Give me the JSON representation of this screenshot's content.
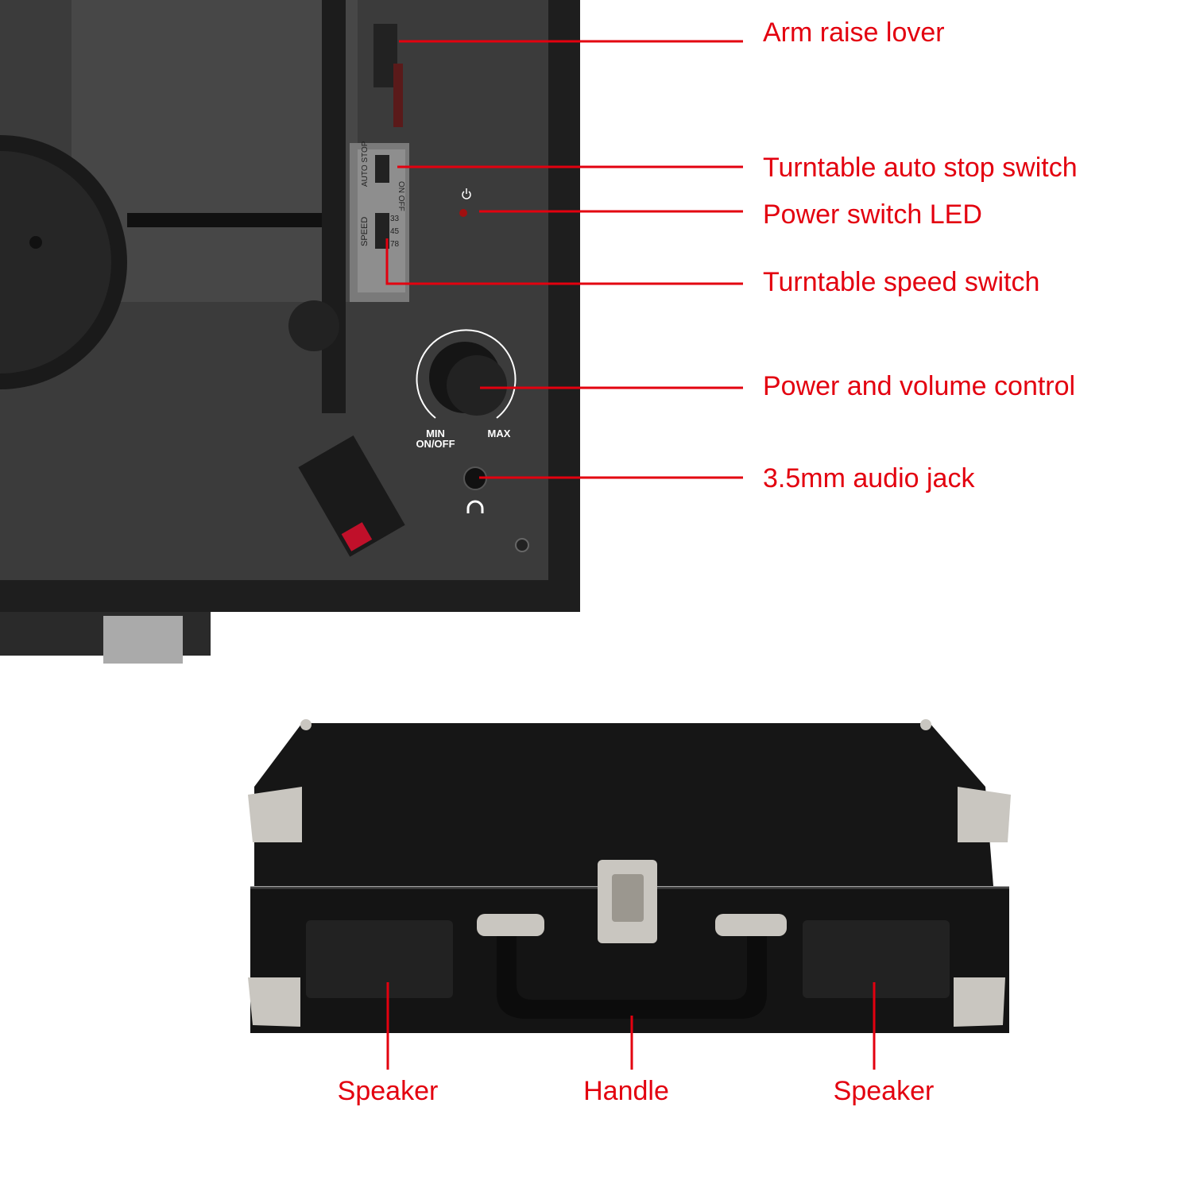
{
  "colors": {
    "callout": "#e3000f",
    "panel": "#3b3b3b",
    "case": "#161616",
    "metal": "#c9c6c0"
  },
  "panel_markings": {
    "auto_stop": "AUTO STOP",
    "on_off": "ON OFF",
    "speed": "SPEED",
    "speeds": [
      "33",
      "45",
      "78"
    ],
    "min": "MIN",
    "on_off_knob": "ON/OFF",
    "max": "MAX",
    "power_icon": "power-icon",
    "headphone_icon": "headphone-icon"
  },
  "callouts_top": [
    {
      "label": "Arm raise lover"
    },
    {
      "label": "Turntable auto stop switch"
    },
    {
      "label": "Power switch LED"
    },
    {
      "label": "Turntable speed switch"
    },
    {
      "label": "Power and volume control"
    },
    {
      "label": "3.5mm audio jack"
    }
  ],
  "callouts_bottom": [
    {
      "label": "Speaker"
    },
    {
      "label": "Handle"
    },
    {
      "label": "Speaker"
    }
  ]
}
